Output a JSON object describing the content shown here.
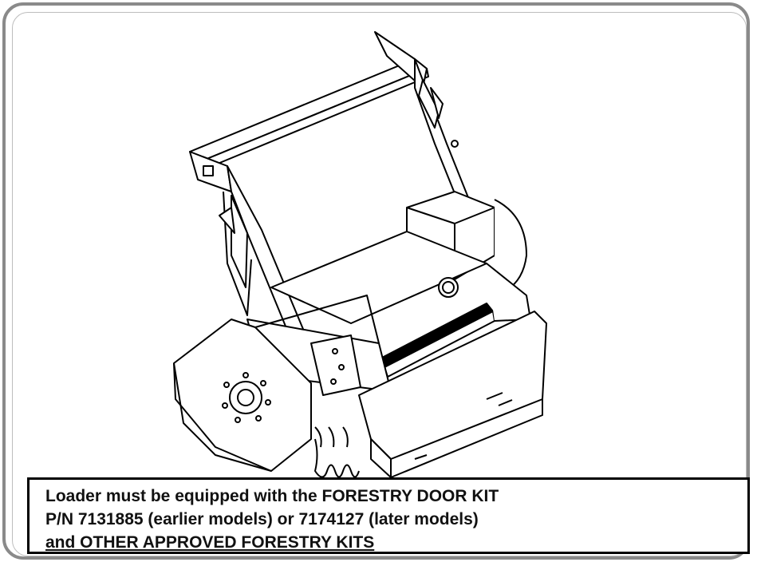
{
  "figure": {
    "subject_icon": "forestry-mulcher-attachment-drawing"
  },
  "notice": {
    "line1": "Loader must be equipped with the FORESTRY DOOR KIT",
    "line2": "P/N 7131885 (earlier models) or 7174127 (later models)",
    "line3": "and OTHER APPROVED FORESTRY KITS"
  },
  "colors": {
    "frame": "#8a8a8a",
    "ink": "#000000",
    "background": "#ffffff"
  }
}
